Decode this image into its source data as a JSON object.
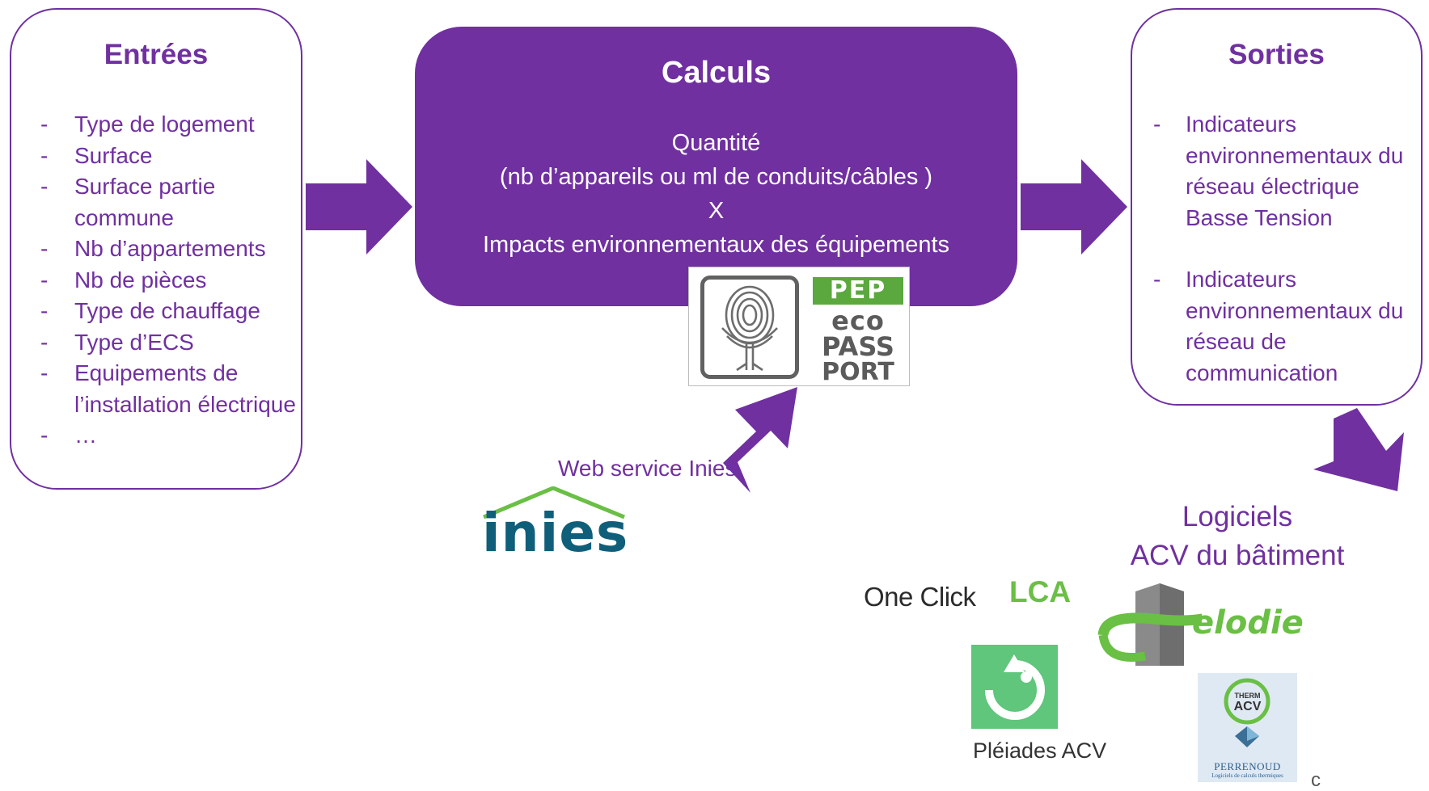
{
  "entrees": {
    "title": "Entrées",
    "items": [
      "Type de logement",
      "Surface",
      "Surface partie commune",
      "Nb d’appartements",
      "Nb de pièces",
      "Type de chauffage",
      "Type d’ECS",
      "Equipements de l’installation électrique",
      "…"
    ]
  },
  "calculs": {
    "title": "Calculs",
    "line1": "Quantité",
    "line2": "(nb d’appareils ou ml de conduits/câbles )",
    "line3": "X",
    "line4": "Impacts environnementaux des équipements"
  },
  "sorties": {
    "title": "Sorties",
    "items": [
      "Indicateurs environnementaux du réseau électrique Basse Tension",
      "Indicateurs environnementaux du réseau de communication"
    ]
  },
  "pep_logo": {
    "badge": "PEP",
    "line1": "eco",
    "line2": "PASS",
    "line3": "PORT"
  },
  "web_service_label": "Web service Inies",
  "inies_logo": {
    "word": "inies"
  },
  "logiciels": {
    "line1": "Logiciels",
    "line2": "ACV du bâtiment"
  },
  "oneclick_logo": {
    "text": "One Click",
    "accent": "LCA"
  },
  "elodie_logo": {
    "word": "elodie"
  },
  "pleiades_label": "Pléiades ACV",
  "perrenoud_logo": {
    "therm": "THERM",
    "acv": "ACV",
    "name": "PERRENOUD",
    "tagline": "Logiciels de calculs thermiques"
  },
  "corner_text": "c",
  "colors": {
    "accent": "#7030a0",
    "green": "#6abf45",
    "inies_blue": "#0f5f7a",
    "inies_green": "#6abf45"
  }
}
